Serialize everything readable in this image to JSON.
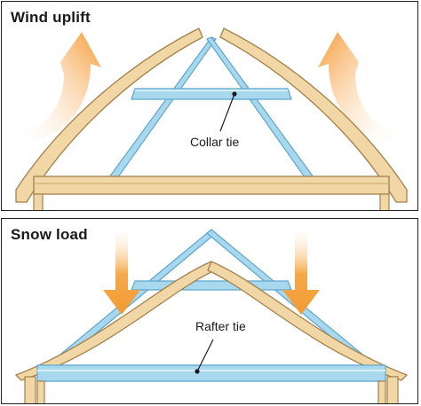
{
  "panels": [
    {
      "title": "Wind uplift",
      "callout": "Collar tie"
    },
    {
      "title": "Snow load",
      "callout": "Rafter tie"
    }
  ],
  "colors": {
    "wood": "#f2d7a6",
    "wood_edge": "#a5804a",
    "deformed_fill": "#a8d8ee",
    "deformed_edge": "#5ea7cc",
    "arrow": "#f5a94a",
    "border": "#222222"
  }
}
